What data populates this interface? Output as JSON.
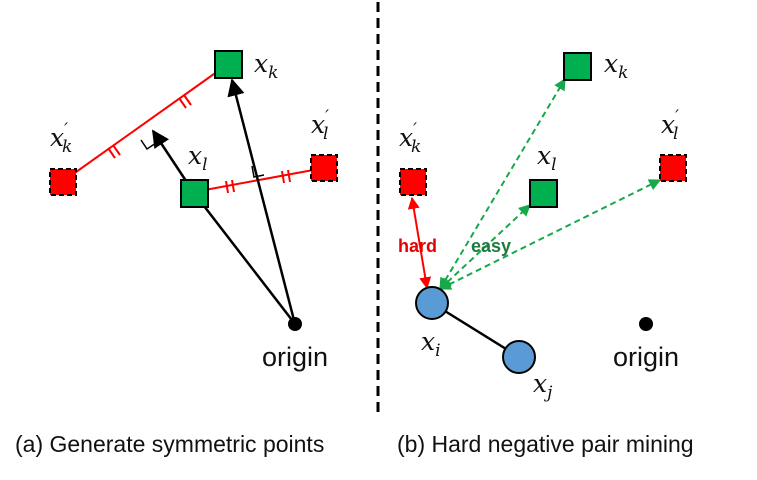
{
  "colors": {
    "green": "#00b050",
    "red": "#ff0000",
    "blue": "#5b9bd5",
    "dashed_green": "#17a84a",
    "easy": "#1f7a3d",
    "hard": "#e60000"
  },
  "panel_a": {
    "caption": "(a) Generate symmetric points",
    "origin_label": "origin",
    "nodes": {
      "xk": {
        "base": "x",
        "sub": "k",
        "prime": "",
        "kind": "positive"
      },
      "xl": {
        "base": "x",
        "sub": "l",
        "prime": "",
        "kind": "positive"
      },
      "xk_prime": {
        "base": "x",
        "sub": "k",
        "prime": "′",
        "kind": "symmetric"
      },
      "xl_prime": {
        "base": "x",
        "sub": "l",
        "prime": "′",
        "kind": "symmetric"
      }
    }
  },
  "panel_b": {
    "caption": "(b) Hard negative pair mining",
    "origin_label": "origin",
    "hard_label": "hard",
    "easy_label": "easy",
    "nodes": {
      "xk": {
        "base": "x",
        "sub": "k",
        "prime": "",
        "kind": "positive"
      },
      "xl": {
        "base": "x",
        "sub": "l",
        "prime": "",
        "kind": "positive"
      },
      "xk_prime": {
        "base": "x",
        "sub": "k",
        "prime": "′",
        "kind": "symmetric"
      },
      "xl_prime": {
        "base": "x",
        "sub": "l",
        "prime": "′",
        "kind": "symmetric"
      },
      "xi": {
        "base": "x",
        "sub": "i",
        "prime": "",
        "kind": "anchor"
      },
      "xj": {
        "base": "x",
        "sub": "j",
        "prime": "",
        "kind": "anchor"
      }
    }
  }
}
